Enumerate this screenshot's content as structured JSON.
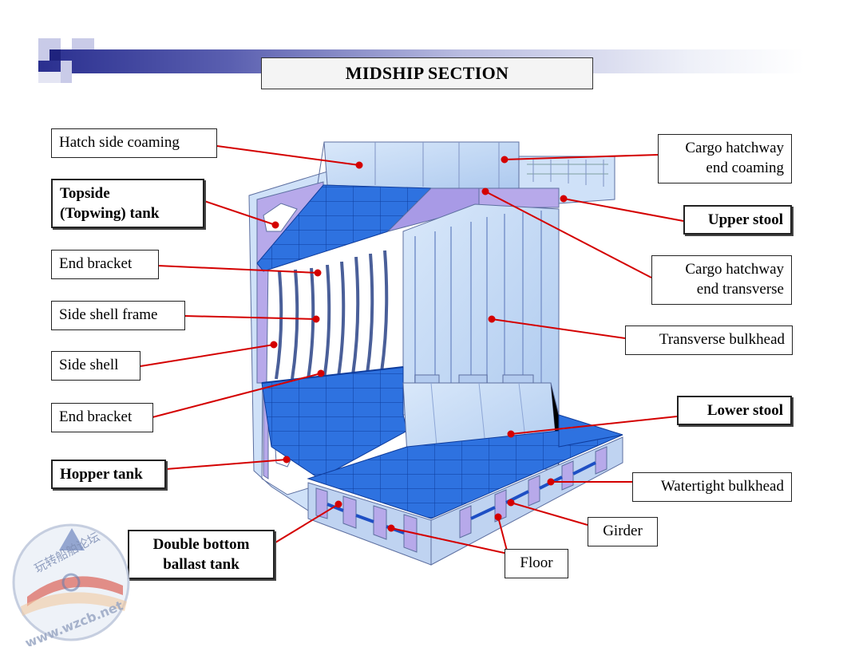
{
  "title": "MIDSHIP SECTION",
  "labels": {
    "hatch_side_coaming": "Hatch side coaming",
    "topside_tank_line1": "Topside",
    "topside_tank_line2": "(Topwing) tank",
    "end_bracket_upper": "End bracket",
    "side_shell_frame": "Side shell frame",
    "side_shell": "Side shell",
    "end_bracket_lower": "End bracket",
    "hopper_tank": "Hopper tank",
    "double_bottom_line1": "Double bottom",
    "double_bottom_line2": "ballast tank",
    "cargo_hatchway_end_coaming_line1": "Cargo hatchway",
    "cargo_hatchway_end_coaming_line2": "end coaming",
    "upper_stool": "Upper stool",
    "cargo_hatchway_end_transverse_line1": "Cargo hatchway",
    "cargo_hatchway_end_transverse_line2": "end transverse",
    "transverse_bulkhead": "Transverse bulkhead",
    "lower_stool": "Lower stool",
    "watertight_bulkhead": "Watertight bulkhead",
    "girder": "Girder",
    "floor": "Floor"
  },
  "watermark": {
    "text_top": "玩转船舶论坛",
    "text_bottom": "www.wzcb.net"
  },
  "colors": {
    "leader_line": "#d40000",
    "structure_light": "#c8dcf4",
    "structure_blue": "#1e5fd8",
    "structure_purple": "#a89ae6"
  }
}
